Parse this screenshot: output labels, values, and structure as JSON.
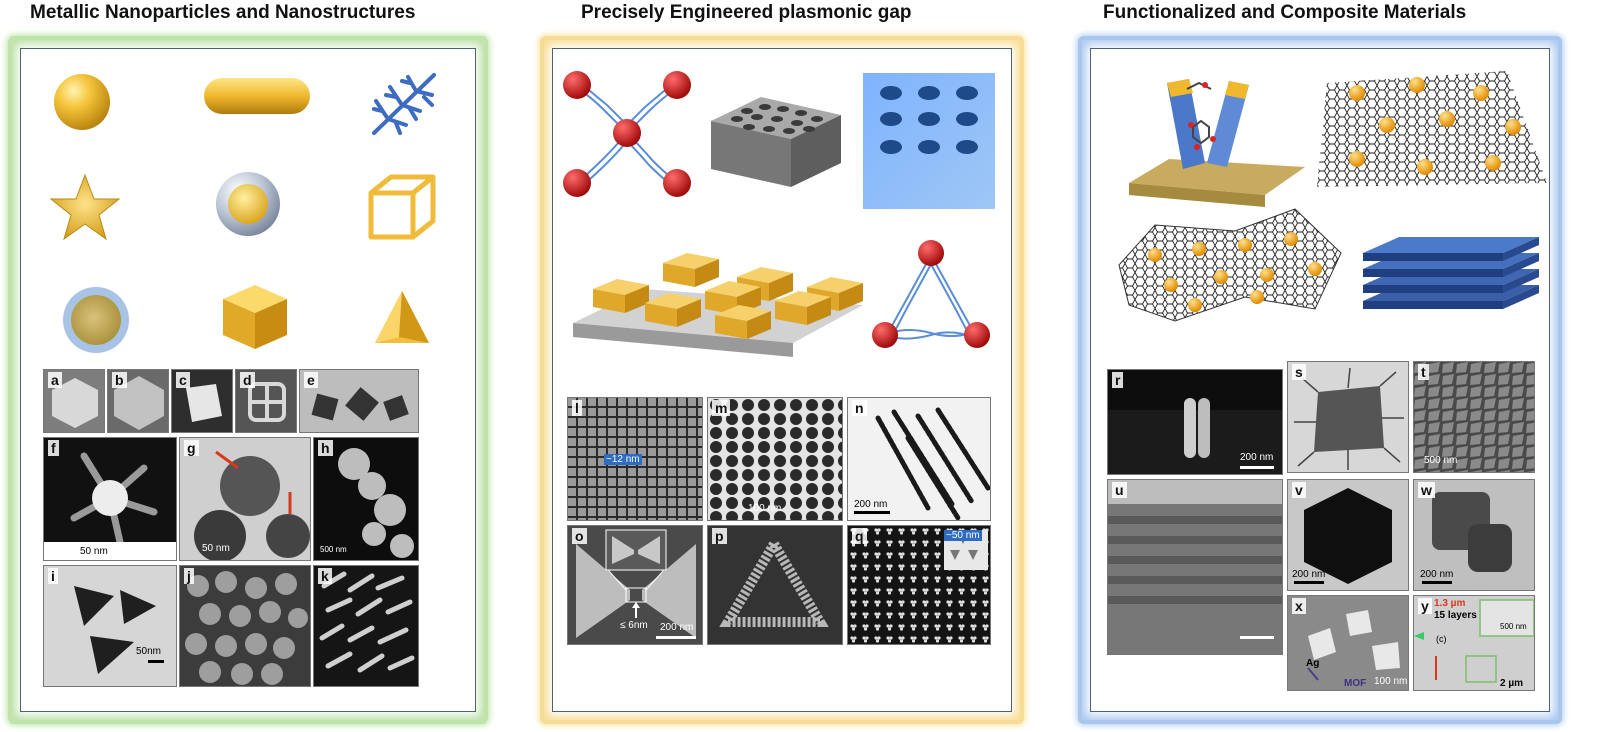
{
  "panels": [
    {
      "title": "Metallic Nanoparticles and Nanostructures",
      "icons": [
        "gold-sphere",
        "gold-rod",
        "dendrite",
        "gold-star",
        "core-shell",
        "cube-outline",
        "coated-sphere",
        "gold-cube",
        "gold-pyramid"
      ],
      "micrographs": [
        {
          "letter": "a"
        },
        {
          "letter": "b"
        },
        {
          "letter": "c"
        },
        {
          "letter": "d"
        },
        {
          "letter": "e"
        },
        {
          "letter": "f",
          "scale": "50 nm"
        },
        {
          "letter": "g",
          "scale": "50 nm"
        },
        {
          "letter": "h",
          "scale": "500 nm"
        },
        {
          "letter": "i",
          "scale": "50nm"
        },
        {
          "letter": "j"
        },
        {
          "letter": "k"
        }
      ]
    },
    {
      "title": "Precisely Engineered plasmonic gap",
      "icons": [
        "dna-cross-assembly",
        "porous-membrane",
        "blue-hole-array",
        "gold-block-array",
        "dna-triangle"
      ],
      "micrographs": [
        {
          "letter": "l",
          "scale": "~12 nm"
        },
        {
          "letter": "m",
          "scale": "100 nm"
        },
        {
          "letter": "n",
          "scale": "200 nm"
        },
        {
          "letter": "o",
          "scale": "200 nm",
          "gap": "≤ 6nm"
        },
        {
          "letter": "p"
        },
        {
          "letter": "q",
          "scale": "~50 nm"
        }
      ]
    },
    {
      "title": "Functionalized and Composite Materials",
      "icons": [
        "functionalized-pillars",
        "graphene-particles",
        "wrinkled-graphene",
        "layered-stack"
      ],
      "micrographs": [
        {
          "letter": "r",
          "scale": "200 nm"
        },
        {
          "letter": "s"
        },
        {
          "letter": "t",
          "scale": "500 nm"
        },
        {
          "letter": "u"
        },
        {
          "letter": "v",
          "scale": "200 nm"
        },
        {
          "letter": "w",
          "scale": "200 nm"
        },
        {
          "letter": "x",
          "scale": "100 nm",
          "label_ag": "Ag",
          "label_mof": "MOF"
        },
        {
          "letter": "y",
          "scale": "2 µm",
          "layers_top": "1.3 µm",
          "layers": "15 layers",
          "inset_scale": "500 nm",
          "inset_label": "(c)"
        }
      ]
    }
  ]
}
